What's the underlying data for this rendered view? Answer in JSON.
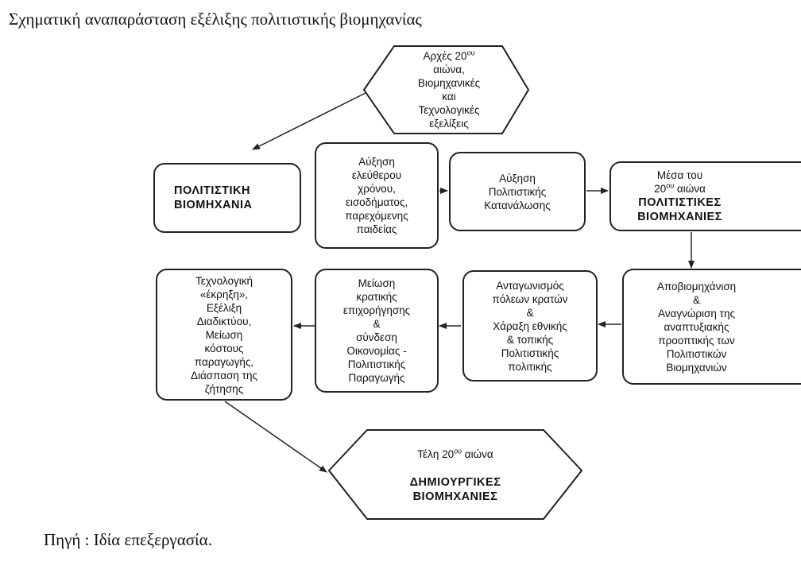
{
  "title": "Σχηματική αναπαράσταση εξέλιξης πολιτιστικής βιομηχανίας",
  "source": "Πηγή : Ιδία επεξεργασία.",
  "nodes": {
    "start_hex": {
      "line1_prefix": "Αρχές 20",
      "line1_sup": "ου",
      "line2": "αιώνα,",
      "line3": "Βιομηχανικές",
      "line4": "και",
      "line5": "Τεχνολογικές",
      "line6": "εξελίξεις"
    },
    "cultural_industry": {
      "line1": "ΠΟΛΙΤΙΣΤΙΚΗ",
      "line2": "ΒΙΟΜΗΧΑΝΙΑ"
    },
    "free_time": {
      "line1": "Αύξηση",
      "line2": "ελεύθερου",
      "line3": "χρόνου,",
      "line4": "εισοδήματος,",
      "line5": "παρεχόμενης",
      "line6": "παιδείας"
    },
    "consumption": {
      "line1": "Αύξηση",
      "line2": "Πολιτιστικής",
      "line3": "Κατανάλωσης"
    },
    "mid_century": {
      "line1": "Μέσα του",
      "line2_prefix": "20",
      "line2_sup": "ου",
      "line2_suffix": " αιώνα",
      "line3": "ΠΟΛΙΤΙΣΤΙΚΕΣ",
      "line4": "ΒΙΟΜΗΧΑΝΙΕΣ"
    },
    "deindustrialization": {
      "line1": "Αποβιομηχάνιση",
      "line2": "&",
      "line3": "Αναγνώριση της",
      "line4": "αναπτυξιακής",
      "line5": "προοπτικής των",
      "line6": "Πολιτιστικών",
      "line7": "Βιομηχανιών"
    },
    "competition": {
      "line1": "Ανταγωνισμός",
      "line2": "πόλεων κρατών",
      "line3": "&",
      "line4": "Χάραξη εθνικής",
      "line5": "& τοπικής",
      "line6": "Πολιτιστικής",
      "line7": "πολιτικής"
    },
    "subsidy": {
      "line1": "Μείωση",
      "line2": "κρατικής",
      "line3": "επιχορήγησης",
      "line4": "&",
      "line5": "σύνδεση",
      "line6": "Οικονομίας -",
      "line7": "Πολιτιστικής",
      "line8": "Παραγωγής"
    },
    "tech": {
      "line1": "Τεχνολογική",
      "line2": "«έκρηξη»,",
      "line3": "Εξέλιξη",
      "line4": "Διαδικτύου,",
      "line5": "Μείωση",
      "line6": "κόστους",
      "line7": "παραγωγής,",
      "line8": "Διάσπαση της",
      "line9": "ζήτησης"
    },
    "end_hex": {
      "line1_prefix": "Τέλη 20",
      "line1_sup": "ου",
      "line1_suffix": " αιώνα",
      "line2": "ΔΗΜΙΟΥΡΓΙΚΕΣ",
      "line3": "ΒΙΟΜΗΧΑΝΙΕΣ"
    }
  }
}
